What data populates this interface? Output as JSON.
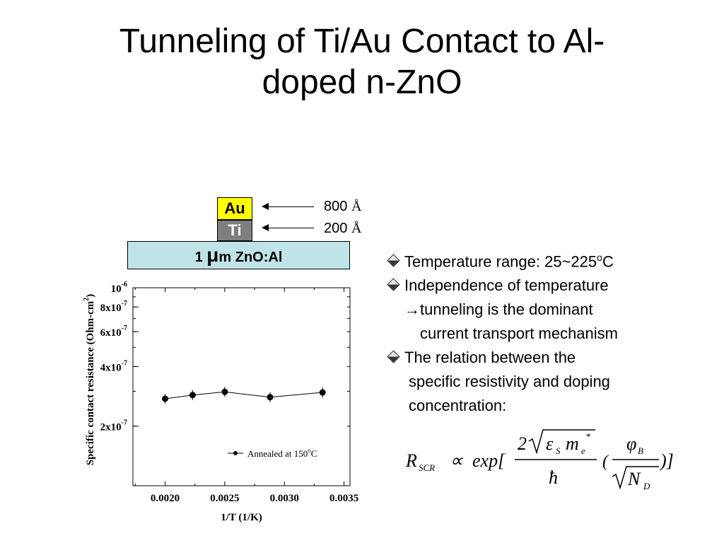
{
  "slide": {
    "title_line1": "Tunneling of Ti/Au Contact to Al-",
    "title_line2": "doped n-ZnO"
  },
  "structure": {
    "au_label": "Au",
    "ti_label": "Ti",
    "zno_prefix": "1 ",
    "zno_mu": "μ",
    "zno_suffix": "m ZnO:Al",
    "au_thickness_value": "800 ",
    "ti_thickness_value": "200 ",
    "thickness_unit": "Å",
    "layer_colors": {
      "au": "#ffff00",
      "ti": "#7f7f7f",
      "zno": "#bfe3e6"
    }
  },
  "bullets": {
    "b1_text": "Temperature range: 25~225",
    "b1_sup": "o",
    "b1_unit": "C",
    "b2_line1": "Independence of temperature",
    "b2_arrow": "→",
    "b2_line2": "tunneling is the dominant",
    "b2_line3": "current transport mechanism",
    "b3_line1": "The relation between the",
    "b3_line2": "specific resistivity and doping",
    "b3_line3": "concentration:"
  },
  "formula": {
    "R": "R",
    "R_sub": "SCR",
    "propto": "∝",
    "exp": "exp[",
    "two": "2",
    "eps": "ε",
    "eps_sub": "S",
    "m": "m",
    "m_sub": "e",
    "m_sup": "*",
    "hbar": "ħ",
    "open_paren": "(",
    "phi": "φ",
    "phi_sub": "B",
    "N": "N",
    "N_sub": "D",
    "close": ")]"
  },
  "chart_data": {
    "type": "scatter",
    "xlabel": "1/T (1/K)",
    "ylabel_main": "Specific contact resistance (Ohm-cm",
    "ylabel_sup": "2",
    "ylabel_end": ")",
    "xlim": [
      0.00173,
      0.00355
    ],
    "ylim": [
      1e-07,
      1e-06
    ],
    "log_y": true,
    "grid": false,
    "x_ticks": [
      "0.0020",
      "0.0025",
      "0.0030",
      "0.0035"
    ],
    "x_tick_values": [
      0.002,
      0.0025,
      0.003,
      0.0035
    ],
    "y_ticks": [
      {
        "value": 1e-06,
        "base": "10",
        "exp": "-6"
      },
      {
        "value": 8e-07,
        "base": "8x10",
        "exp": "-7"
      },
      {
        "value": 6e-07,
        "base": "6x10",
        "exp": "-7"
      },
      {
        "value": 4e-07,
        "base": "4x10",
        "exp": "-7"
      },
      {
        "value": 2e-07,
        "base": "2x10",
        "exp": "-7"
      }
    ],
    "legend_position": "bottom-right",
    "series": [
      {
        "name": "Annealed at 150",
        "name_sup": "o",
        "name_end": "C",
        "x": [
          0.002,
          0.00223,
          0.0025,
          0.00288,
          0.00332
        ],
        "y": [
          2.75e-07,
          2.87e-07,
          2.98e-07,
          2.8e-07,
          2.96e-07
        ]
      }
    ]
  }
}
